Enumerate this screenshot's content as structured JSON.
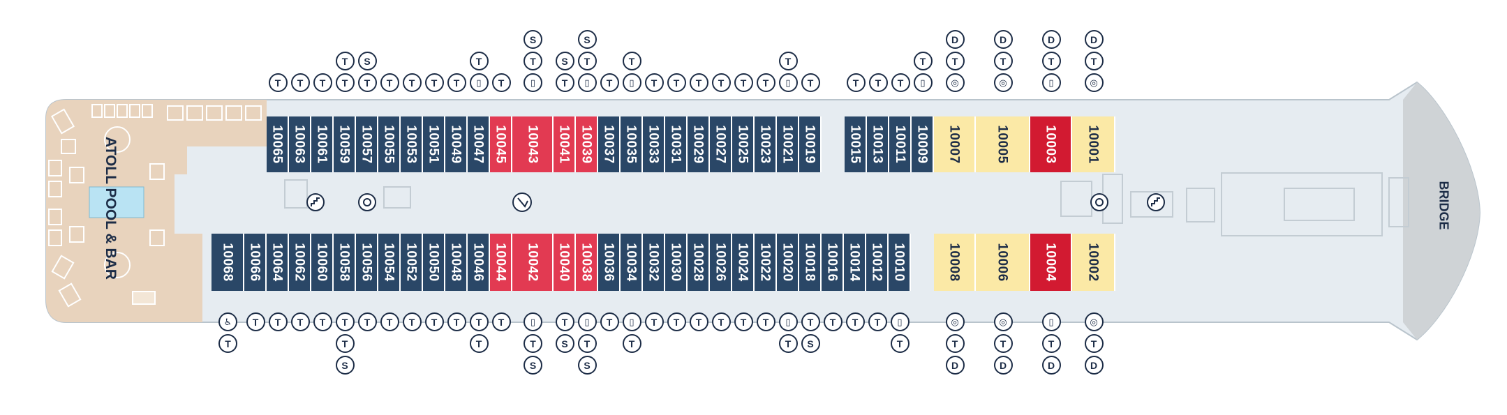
{
  "labels": {
    "pool": "ATOLL POOL & BAR",
    "bridge": "BRIDGE"
  },
  "colors": {
    "navy": "#2a4767",
    "red": "#e23a52",
    "crimson": "#d21a31",
    "yellow": "#fbe9a6",
    "deck": "#e6ecf1",
    "aft_deck": "#e8d3bd",
    "bridge": "#cfd3d6",
    "ink": "#1c2c46"
  },
  "legend_icons": {
    "T": "twin-bed-icon",
    "S": "sofa-bed-icon",
    "D": "double-bed-icon",
    "shower": "shower-icon",
    "bath": "bathtub-icon",
    "wheelchair": "wheelchair-accessible-icon"
  },
  "top_cabins": [
    {
      "num": "10065",
      "c": "navy"
    },
    {
      "num": "10063",
      "c": "navy"
    },
    {
      "num": "10061",
      "c": "navy"
    },
    {
      "num": "10059",
      "c": "navy"
    },
    {
      "num": "10057",
      "c": "navy"
    },
    {
      "num": "10055",
      "c": "navy"
    },
    {
      "num": "10053",
      "c": "navy"
    },
    {
      "num": "10051",
      "c": "navy"
    },
    {
      "num": "10049",
      "c": "navy"
    },
    {
      "num": "10047",
      "c": "navy"
    },
    {
      "num": "10045",
      "c": "red"
    },
    {
      "num": "10043",
      "c": "red"
    },
    {
      "num": "10041",
      "c": "red"
    },
    {
      "num": "10039",
      "c": "red"
    },
    {
      "num": "10037",
      "c": "navy"
    },
    {
      "num": "10035",
      "c": "navy"
    },
    {
      "num": "10033",
      "c": "navy"
    },
    {
      "num": "10031",
      "c": "navy"
    },
    {
      "num": "10029",
      "c": "navy"
    },
    {
      "num": "10027",
      "c": "navy"
    },
    {
      "num": "10025",
      "c": "navy"
    },
    {
      "num": "10023",
      "c": "navy"
    },
    {
      "num": "10021",
      "c": "navy"
    },
    {
      "num": "10019",
      "c": "navy"
    },
    {
      "num": "10015",
      "c": "navy"
    },
    {
      "num": "10013",
      "c": "navy"
    },
    {
      "num": "10011",
      "c": "navy"
    },
    {
      "num": "10009",
      "c": "navy"
    },
    {
      "num": "10007",
      "c": "yel"
    },
    {
      "num": "10005",
      "c": "yel"
    },
    {
      "num": "10003",
      "c": "crim"
    },
    {
      "num": "10001",
      "c": "yel"
    }
  ],
  "bottom_cabins": [
    {
      "num": "10068",
      "c": "navy"
    },
    {
      "num": "10066",
      "c": "navy"
    },
    {
      "num": "10064",
      "c": "navy"
    },
    {
      "num": "10062",
      "c": "navy"
    },
    {
      "num": "10060",
      "c": "navy"
    },
    {
      "num": "10058",
      "c": "navy"
    },
    {
      "num": "10056",
      "c": "navy"
    },
    {
      "num": "10054",
      "c": "navy"
    },
    {
      "num": "10052",
      "c": "navy"
    },
    {
      "num": "10050",
      "c": "navy"
    },
    {
      "num": "10048",
      "c": "navy"
    },
    {
      "num": "10046",
      "c": "navy"
    },
    {
      "num": "10044",
      "c": "red"
    },
    {
      "num": "10042",
      "c": "red"
    },
    {
      "num": "10040",
      "c": "red"
    },
    {
      "num": "10038",
      "c": "red"
    },
    {
      "num": "10036",
      "c": "navy"
    },
    {
      "num": "10034",
      "c": "navy"
    },
    {
      "num": "10032",
      "c": "navy"
    },
    {
      "num": "10030",
      "c": "navy"
    },
    {
      "num": "10028",
      "c": "navy"
    },
    {
      "num": "10026",
      "c": "navy"
    },
    {
      "num": "10024",
      "c": "navy"
    },
    {
      "num": "10022",
      "c": "navy"
    },
    {
      "num": "10020",
      "c": "navy"
    },
    {
      "num": "10018",
      "c": "navy"
    },
    {
      "num": "10016",
      "c": "navy"
    },
    {
      "num": "10014",
      "c": "navy"
    },
    {
      "num": "10012",
      "c": "navy"
    },
    {
      "num": "10010",
      "c": "navy"
    },
    {
      "num": "10008",
      "c": "yel"
    },
    {
      "num": "10006",
      "c": "yel"
    },
    {
      "num": "10004",
      "c": "crim"
    },
    {
      "num": "10002",
      "c": "yel"
    }
  ],
  "top_icons": [
    [
      "T"
    ],
    [
      "T"
    ],
    [
      "T"
    ],
    [
      "T",
      "T"
    ],
    [
      "S",
      "T"
    ],
    [
      "T"
    ],
    [
      "T"
    ],
    [
      "T"
    ],
    [
      "T"
    ],
    [
      "T",
      "bath"
    ],
    [
      "T"
    ],
    [
      "S",
      "T",
      "bath"
    ],
    [
      "S",
      "T"
    ],
    [
      "S",
      "T",
      "bath"
    ],
    [
      "T"
    ],
    [
      "T",
      "bath"
    ],
    [
      "T"
    ],
    [
      "T"
    ],
    [
      "T"
    ],
    [
      "T"
    ],
    [
      "T"
    ],
    [
      "T"
    ],
    [
      "T",
      "bath"
    ],
    [
      "T"
    ],
    [
      "T"
    ],
    [
      "T"
    ],
    [
      "T"
    ],
    [
      "T",
      "bath"
    ],
    [
      "D",
      "T",
      "shower"
    ],
    [
      "D",
      "T",
      "shower"
    ],
    [
      "D",
      "T",
      "bath"
    ],
    [
      "D",
      "T",
      "shower"
    ]
  ],
  "bottom_icons": [
    [
      "wheelchair",
      "T"
    ],
    [
      "T"
    ],
    [
      "T"
    ],
    [
      "T"
    ],
    [
      "T"
    ],
    [
      "T",
      "T",
      "S"
    ],
    [
      "T"
    ],
    [
      "T"
    ],
    [
      "T"
    ],
    [
      "T"
    ],
    [
      "T"
    ],
    [
      "T",
      "T"
    ],
    [
      "T"
    ],
    [
      "bath",
      "T",
      "S"
    ],
    [
      "T",
      "S"
    ],
    [
      "bath",
      "T",
      "S"
    ],
    [
      "T"
    ],
    [
      "bath",
      "T"
    ],
    [
      "T"
    ],
    [
      "T"
    ],
    [
      "T"
    ],
    [
      "T"
    ],
    [
      "T"
    ],
    [
      "T"
    ],
    [
      "bath",
      "T"
    ],
    [
      "T",
      "S"
    ],
    [
      "T"
    ],
    [
      "T"
    ],
    [
      "T"
    ],
    [
      "bath",
      "T"
    ],
    [
      "shower",
      "T",
      "D"
    ],
    [
      "shower",
      "T",
      "D"
    ],
    [
      "bath",
      "T",
      "D"
    ],
    [
      "shower",
      "T",
      "D"
    ]
  ]
}
